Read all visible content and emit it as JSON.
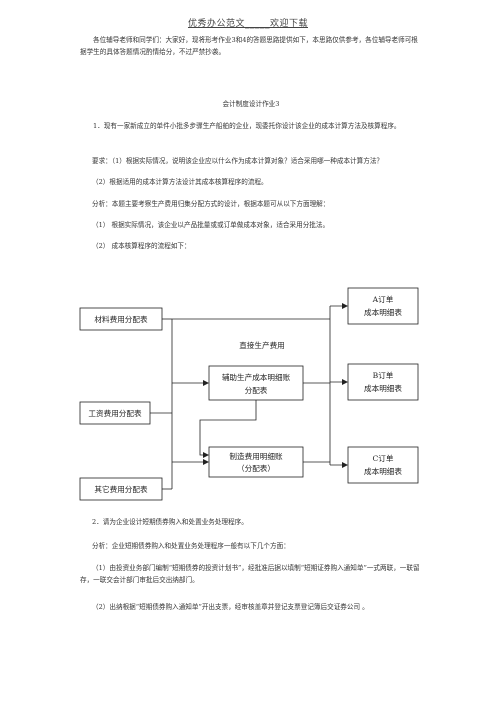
{
  "header": "优秀办公范文_____欢迎下载",
  "intro": "各位辅导老师和同学们：大家好，现将形考作业3和4的答题思路提供如下，本思路仅供参考，各位辅导老师可根据学生的具体答题情况酌情给分，不过严禁抄袭。",
  "doc_title": "会计制度设计作业3",
  "q1": "1．现有一家新成立的单件小批多步骤生产船舶的企业，现委托你设计该企业的成本计算方法及核算程序。",
  "req1": "要求：（1）根据实际情况，说明该企业应以什么作为成本计算对象？适合采用哪一种成本计算方法？",
  "req2": "（2）根据适用的成本计算方法设计其成本核算程序的流程。",
  "analysis": "分析：本题主要考察生产费用归集分配方式的设计，根据本题可从以下方面理解：",
  "a1": "（1）  根据实际情况，该企业以产品批量或或订单做成本对象，适合采用分批法。",
  "a2": "（2）  成本核算程序的流程如下：",
  "diagram": {
    "material": "材料费用分配表",
    "wage": "工资费用分配表",
    "other": "其它费用分配表",
    "direct": "直接生产费用",
    "aux1": "辅助生产成本明细账",
    "aux2": "分配表",
    "mfg1": "制造费用明细账",
    "mfg2": "（分配表）",
    "a_title": "A订单",
    "a_sub": "成本明细表",
    "b_title": "B订单",
    "b_sub": "成本明细表",
    "c_title": "C订单",
    "c_sub": "成本明细表"
  },
  "q2": "2．请为企业设计短期债券购入和处置业务处理程序。",
  "q2_analysis": "分析：企业短期债券购入和处置业务处理程序一般有以下几个方面：",
  "s1": "（1）由投资业务部门编制“短期债券的投资计划书”，经批准后据以填制“短期证券购入通知单”一式两联，一联留存，一联交会计部门审批后交出纳部门。",
  "s2": "（2）出纳根据“短期债券购入通知单”开出支票，经审核盖章并登记支票登记簿后交证券公司 。"
}
